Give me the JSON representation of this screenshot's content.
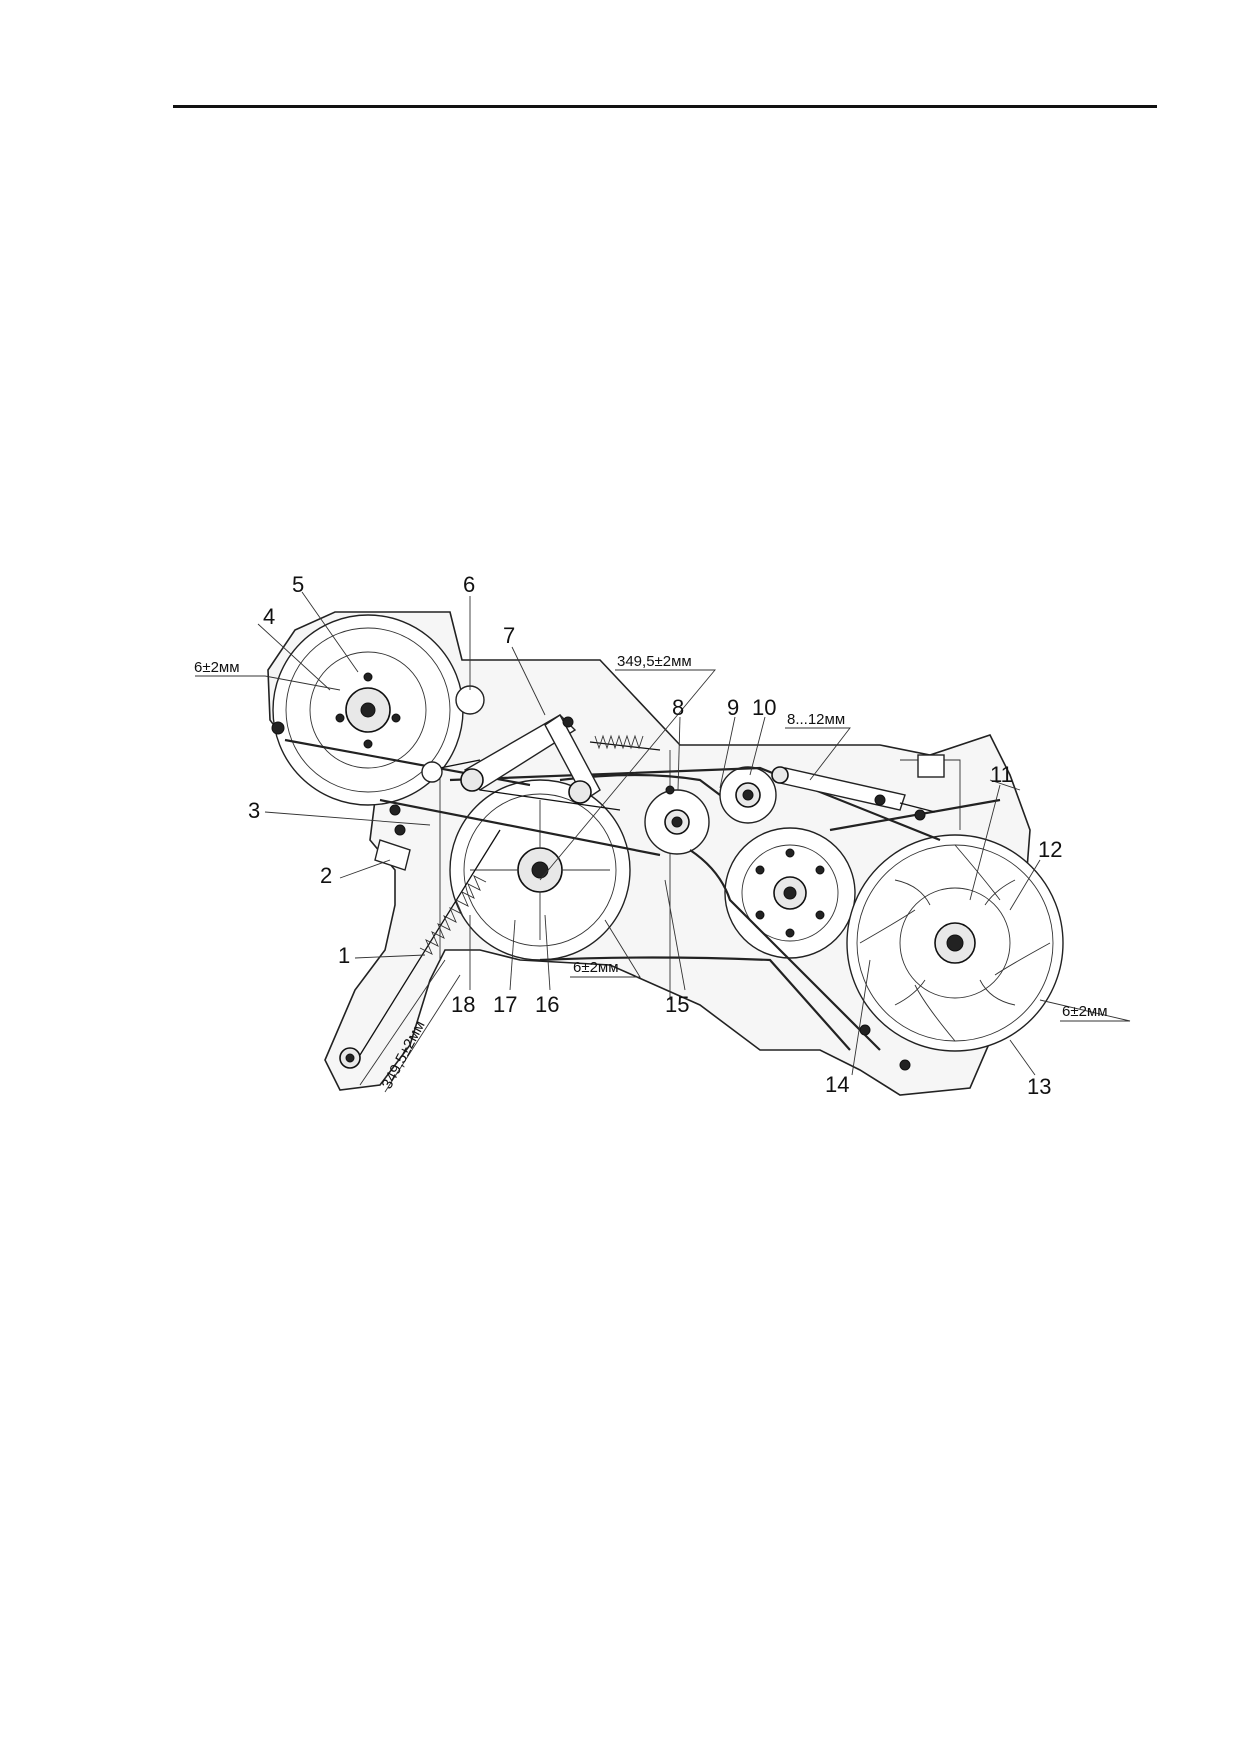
{
  "figure": {
    "callouts": [
      "1",
      "2",
      "3",
      "4",
      "5",
      "6",
      "7",
      "8",
      "9",
      "10",
      "11",
      "12",
      "13",
      "14",
      "15",
      "16",
      "17",
      "18"
    ],
    "dimensions": {
      "belt_deflection_left": "6±2мм",
      "spring_length_top": "349,5±2мм",
      "belt_deflection_tensioner": "8...12мм",
      "belt_deflection_center": "6±2мм",
      "belt_deflection_right": "6±2мм",
      "spring_length_bottom": "349,5±2мм"
    }
  }
}
